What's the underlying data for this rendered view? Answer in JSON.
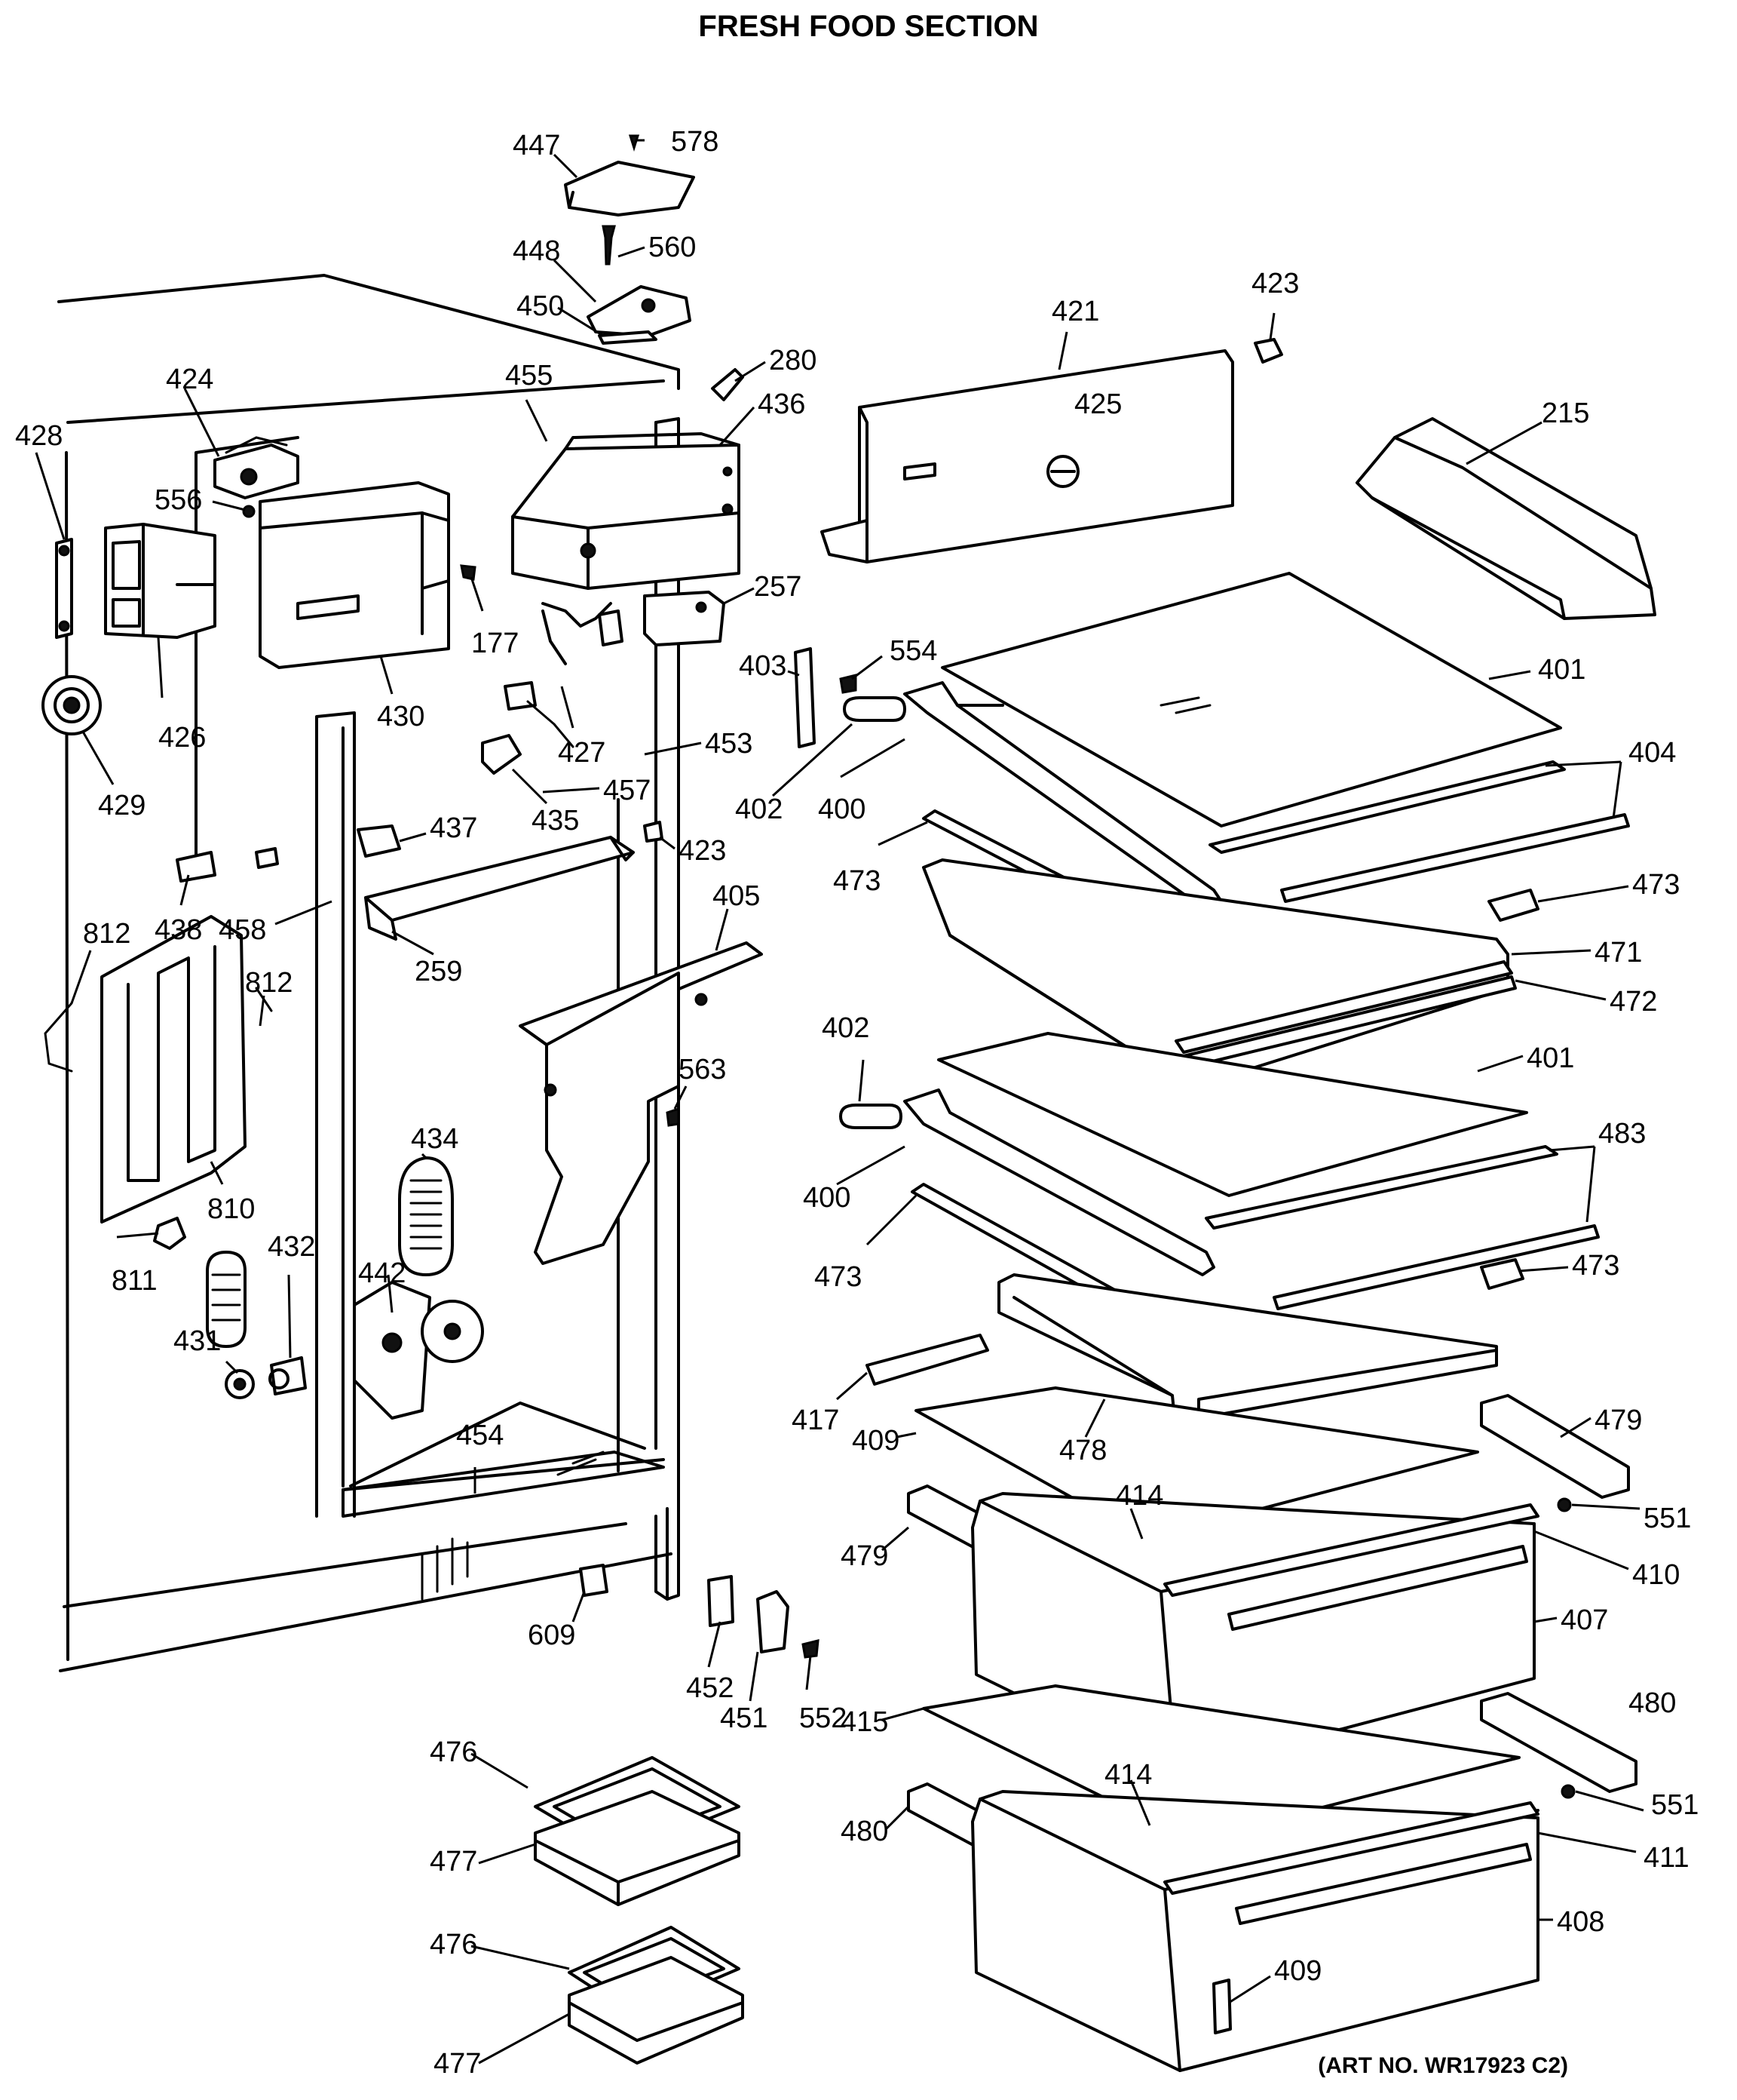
{
  "title": "FRESH FOOD SECTION",
  "art_number": "(ART NO. WR17923 C2)",
  "callouts": [
    "578",
    "447",
    "560",
    "448",
    "450",
    "280",
    "423",
    "421",
    "425",
    "215",
    "455",
    "436",
    "424",
    "428",
    "556",
    "426",
    "429",
    "430",
    "177",
    "257",
    "427",
    "435",
    "403",
    "554",
    "401",
    "453",
    "457",
    "437",
    "423",
    "404",
    "402",
    "400",
    "473",
    "473",
    "471",
    "472",
    "438",
    "458",
    "259",
    "405",
    "812",
    "812",
    "402",
    "401",
    "563",
    "434",
    "810",
    "811",
    "432",
    "442",
    "431",
    "483",
    "400",
    "473",
    "473",
    "417",
    "409",
    "478",
    "479",
    "454",
    "414",
    "479",
    "551",
    "410",
    "407",
    "609",
    "452",
    "451",
    "552",
    "415",
    "480",
    "414",
    "551",
    "411",
    "480",
    "408",
    "409",
    "476",
    "477",
    "476",
    "477"
  ]
}
